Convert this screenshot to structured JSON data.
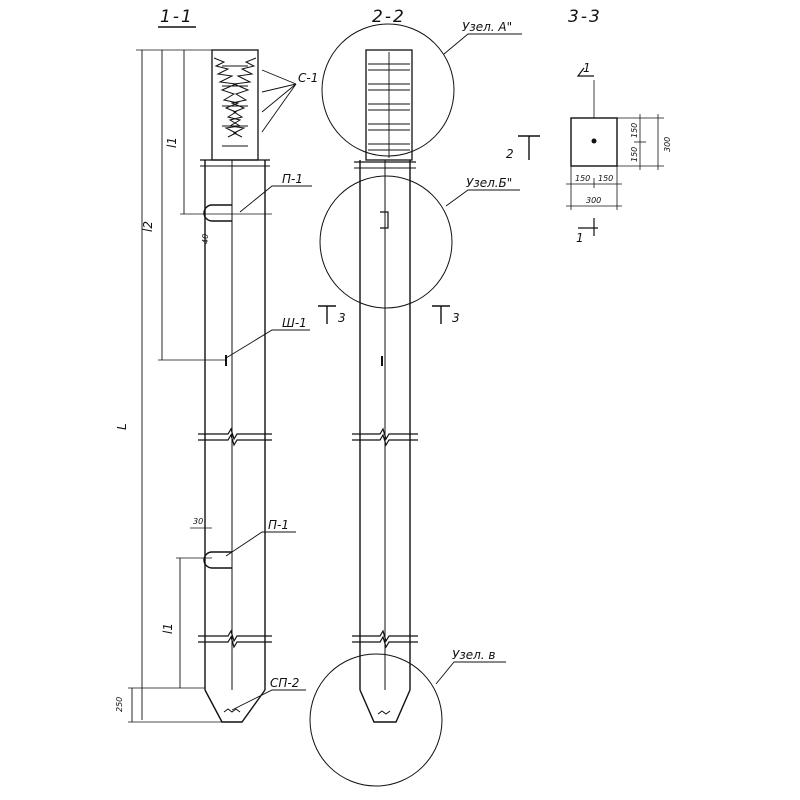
{
  "sections": {
    "s11": "1-1",
    "s22": "2-2",
    "s33": "3-3"
  },
  "callouts": {
    "c1": "С-1",
    "p1_top": "П-1",
    "sh1": "Ш-1",
    "p1_bot": "П-1",
    "sp2": "СП-2",
    "node_a": "Узел. А\"",
    "node_b": "Узел.Б\"",
    "node_v": "Узел. в"
  },
  "dimensions": {
    "L": "L",
    "l1_top": "l1",
    "l2": "l2",
    "l1_bot": "l1",
    "tip": "250",
    "d40": "40",
    "d30": "30",
    "cs_150_left": "150",
    "cs_150_right": "150",
    "cs_300_bottom": "300",
    "cs_150_top": "150",
    "cs_150_lower": "150",
    "cs_300_right": "300"
  },
  "cut_markers": {
    "m1_top": "1",
    "m1_bot": "1",
    "m2": "2",
    "m3_left": "3",
    "m3_right": "3"
  }
}
